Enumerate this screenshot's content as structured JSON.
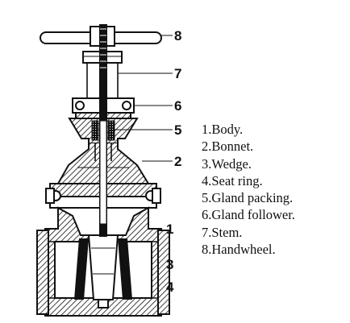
{
  "callouts": [
    "8",
    "7",
    "6",
    "5",
    "2",
    "1",
    "3",
    "4"
  ],
  "legend": [
    "1.Body.",
    "2.Bonnet.",
    "3.Wedge.",
    "4.Seat ring.",
    "5.Gland packing.",
    "6.Gland follower.",
    "7.Stem.",
    "8.Handwheel."
  ]
}
